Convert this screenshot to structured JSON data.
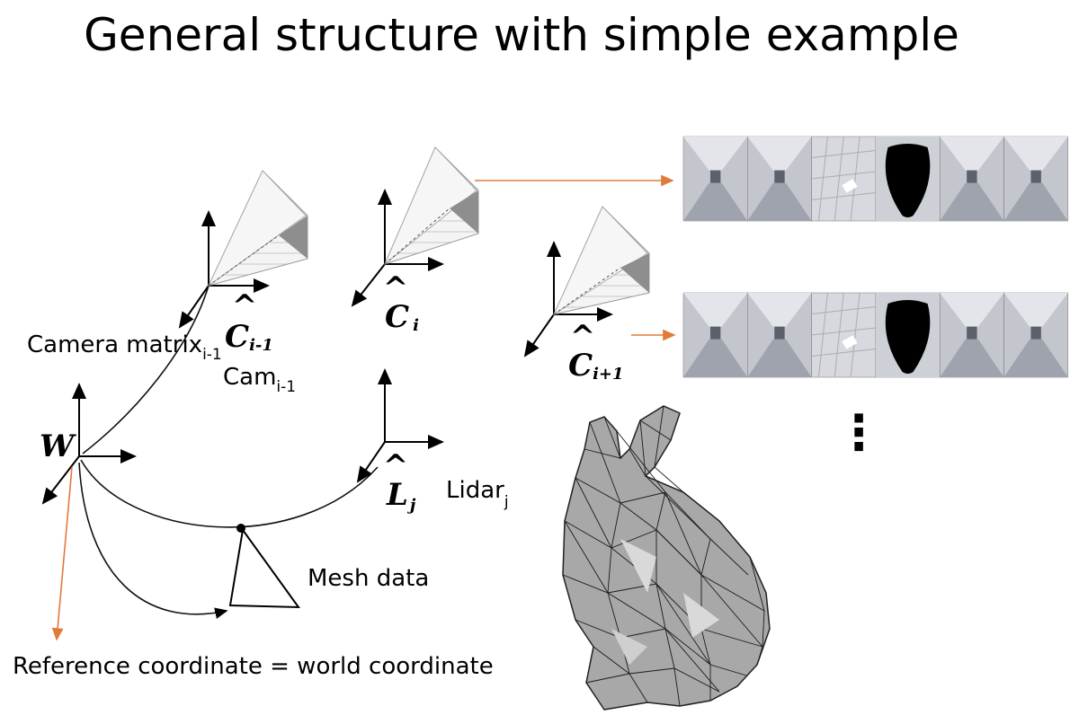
{
  "title": "General structure with simple example",
  "labels": {
    "camera_matrix": "Camera matrix",
    "camera_matrix_sub": "i-1",
    "cam": "Cam",
    "cam_sub": "i-1",
    "lidar": "Lidar",
    "lidar_sub": "j",
    "mesh": "Mesh data",
    "reference": "Reference coordinate = world coordinate",
    "world": "W",
    "c_prev": "C",
    "c_prev_sub": "i-1",
    "c_cur": "C",
    "c_cur_sub": "i",
    "c_next": "C",
    "c_next_sub": "i+1",
    "l_j": "L",
    "l_j_sub": "j",
    "hat": "^"
  },
  "colors": {
    "arrow": "#e07b39",
    "mesh": "#a8a8a8",
    "ink": "#000000"
  },
  "panoramas": [
    {
      "tiles": [
        "corridor",
        "corridor",
        "ceiling",
        "mask",
        "corridor",
        "corridor"
      ]
    },
    {
      "tiles": [
        "corridor",
        "corridor",
        "ceiling",
        "mask",
        "corridor",
        "corridor"
      ]
    }
  ],
  "ellipsis": "⋮"
}
